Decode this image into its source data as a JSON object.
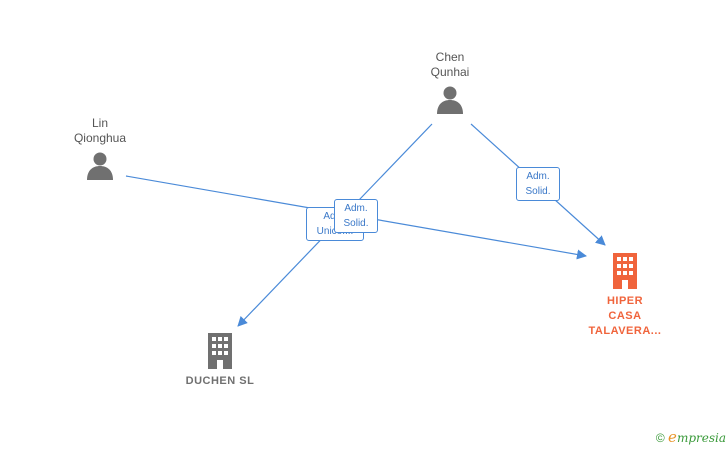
{
  "colors": {
    "edge": "#4a8ad8",
    "person": "#707070",
    "company_main": "#f0643c",
    "company_other": "#707070"
  },
  "nodes": {
    "lin": {
      "name_line1": "Lin",
      "name_line2": "Qionghua",
      "icon": "person-icon"
    },
    "chen": {
      "name_line1": "Chen",
      "name_line2": "Qunhai",
      "icon": "person-icon"
    },
    "duchen": {
      "name": "DUCHEN SL",
      "icon": "building-icon"
    },
    "hiper": {
      "name_line1": "HIPER",
      "name_line2": "CASA",
      "name_line3": "TALAVERA...",
      "icon": "building-icon"
    }
  },
  "edges": {
    "chen_duchen": {
      "line1": "Adm.",
      "line2": "Unico...."
    },
    "lin_hiper": {
      "line1": "Adm.",
      "line2": "Solid."
    },
    "chen_hiper": {
      "line1": "Adm.",
      "line2": "Solid."
    }
  },
  "brand": {
    "copyright": "©",
    "e": "e",
    "rest": "mpresia"
  }
}
